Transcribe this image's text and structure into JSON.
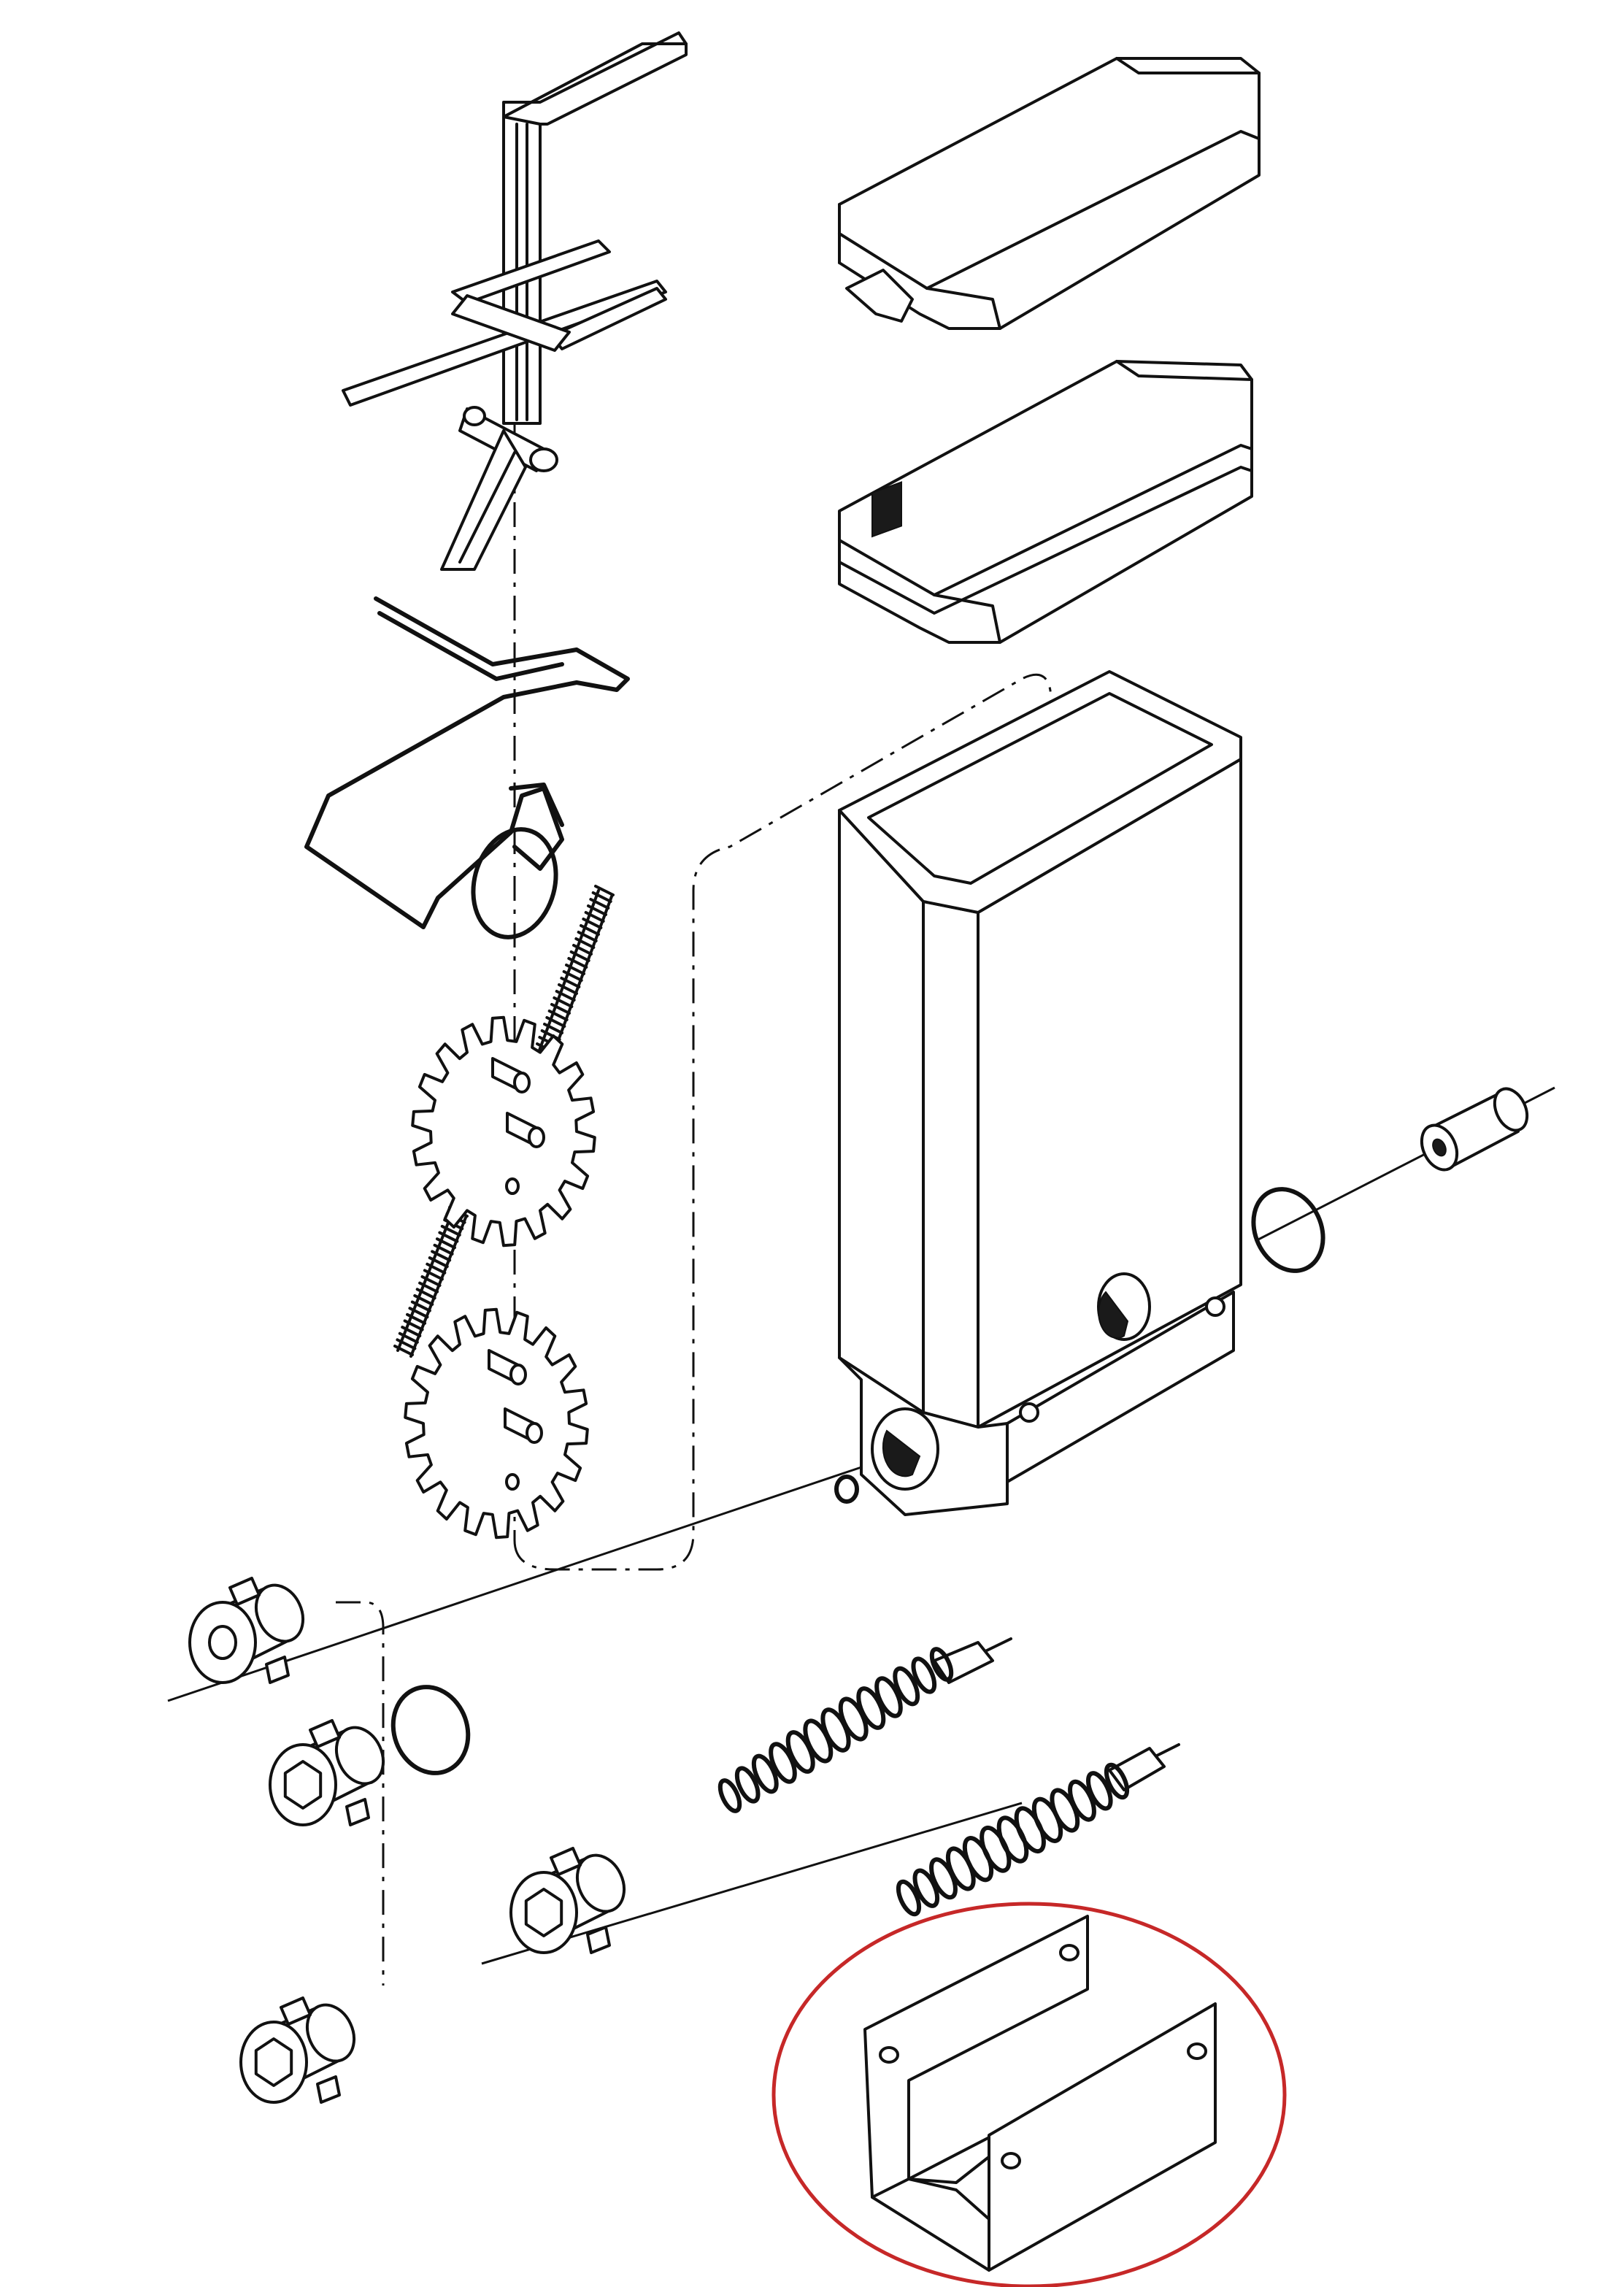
{
  "diagram": {
    "type": "exploded-parts-illustration",
    "highlight": {
      "shape": "ellipse",
      "color": "#c62828",
      "target": "u-shaped-bracket"
    },
    "line_color": "#111111",
    "background": "#ffffff"
  }
}
